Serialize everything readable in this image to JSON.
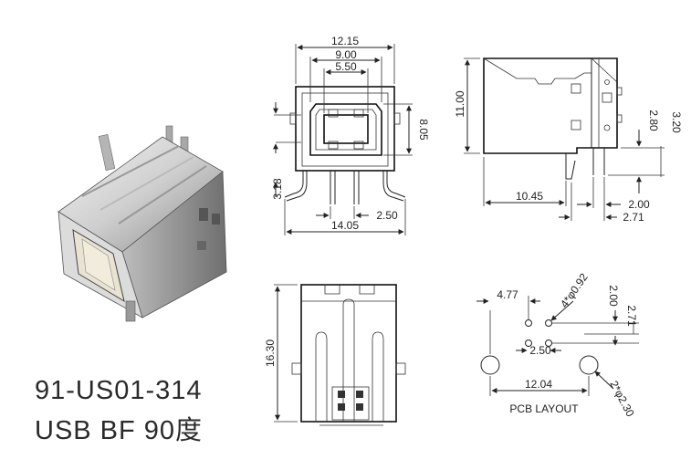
{
  "product": {
    "part_number": "91-US01-314",
    "description": "USB BF 90度"
  },
  "front_view": {
    "dims": {
      "overall_width": "12.15",
      "inner_width": "9.00",
      "socket_width": "5.50",
      "height": "8.05",
      "pin_offset": "3.18",
      "pin_pitch": "2.50",
      "foot_width": "14.05"
    }
  },
  "side_view": {
    "dims": {
      "height": "11.00",
      "depth": "10.45",
      "pin_len_a": "2.80",
      "pin_len_b": "3.20",
      "pin_spacing": "2.00",
      "peg_offset": "2.71"
    }
  },
  "bottom_view": {
    "dims": {
      "length": "16.30"
    }
  },
  "pcb_layout": {
    "title": "PCB LAYOUT",
    "dims": {
      "col_offset": "4.77",
      "small_holes": "4*φ0.92",
      "row_spacing": "2.00",
      "row_offset": "2.71",
      "pin_pitch": "2.50",
      "peg_pitch": "12.04",
      "peg_holes": "2*φ2.30"
    }
  }
}
